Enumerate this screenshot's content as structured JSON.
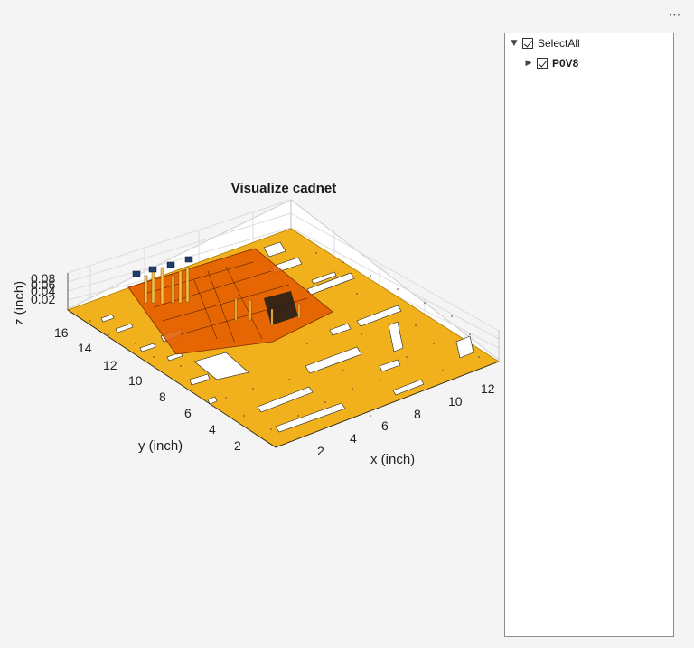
{
  "toolbar": {
    "more_label": "⋯"
  },
  "figure": {
    "title": "Visualize cadnet",
    "xlabel": "x (inch)",
    "ylabel": "y (inch)",
    "zlabel": "z (inch)",
    "xticks": [
      "2",
      "4",
      "6",
      "8",
      "10",
      "12"
    ],
    "yticks": [
      "2",
      "4",
      "6",
      "8",
      "10",
      "12",
      "14",
      "16"
    ],
    "zticks": [
      "0.02",
      "0.04",
      "0.06",
      "0.08"
    ],
    "colors": {
      "board": "#f0b11c",
      "net": "#e35b00",
      "edge": "#333333"
    }
  },
  "tree": {
    "root": {
      "label": "SelectAll",
      "expanded": true,
      "checked": true
    },
    "children": [
      {
        "label": "P0V8",
        "expanded": false,
        "checked": true
      }
    ]
  }
}
